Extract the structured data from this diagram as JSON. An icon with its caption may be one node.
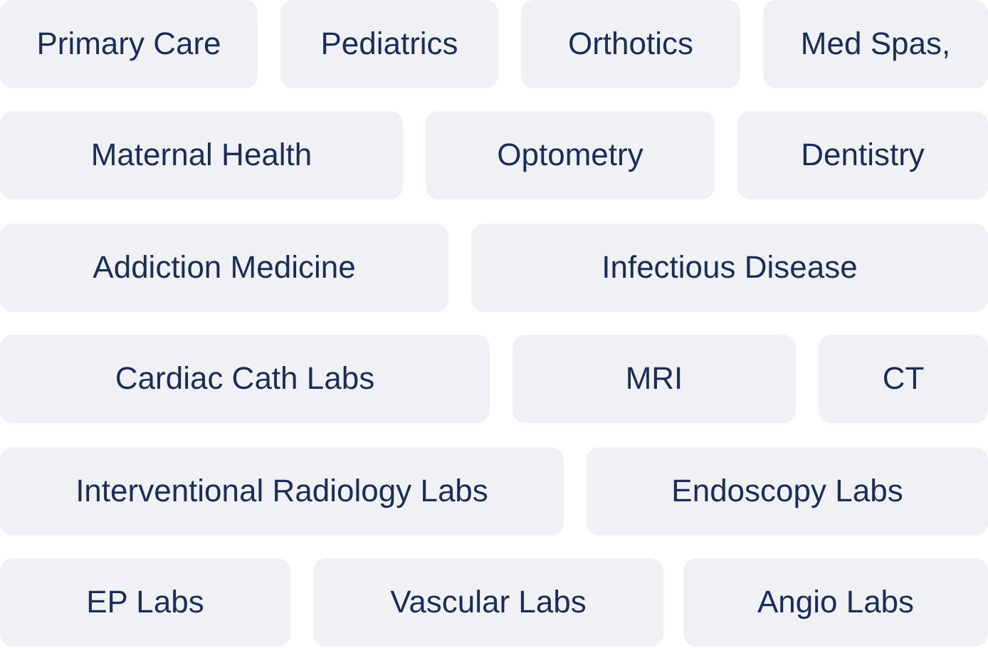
{
  "diagram": {
    "nodes": [
      {
        "text": [
          "Primary Care"
        ]
      },
      {
        "text": [
          "Pediatrics"
        ]
      },
      {
        "text": [
          "Orthotics"
        ]
      },
      {
        "text": [
          "Med Spas,"
        ]
      },
      {
        "text": [
          "Maternal Health"
        ]
      },
      {
        "text": [
          "Optometry"
        ]
      },
      {
        "text": [
          "Dentistry"
        ]
      },
      {
        "text": [
          "Addiction Medicine"
        ]
      },
      {
        "text": [
          "Infectious Disease"
        ]
      },
      {
        "text": [
          "Cardiac Cath Labs"
        ]
      },
      {
        "text": [
          "MRI"
        ]
      },
      {
        "text": [
          "CT"
        ]
      },
      {
        "text": [
          "Interventional Radiology Labs"
        ]
      },
      {
        "text": [
          "Endoscopy Labs"
        ]
      },
      {
        "text": [
          "EP Labs"
        ]
      },
      {
        "text": [
          "Vascular Labs"
        ]
      },
      {
        "text": [
          "Angio Labs"
        ]
      }
    ]
  }
}
